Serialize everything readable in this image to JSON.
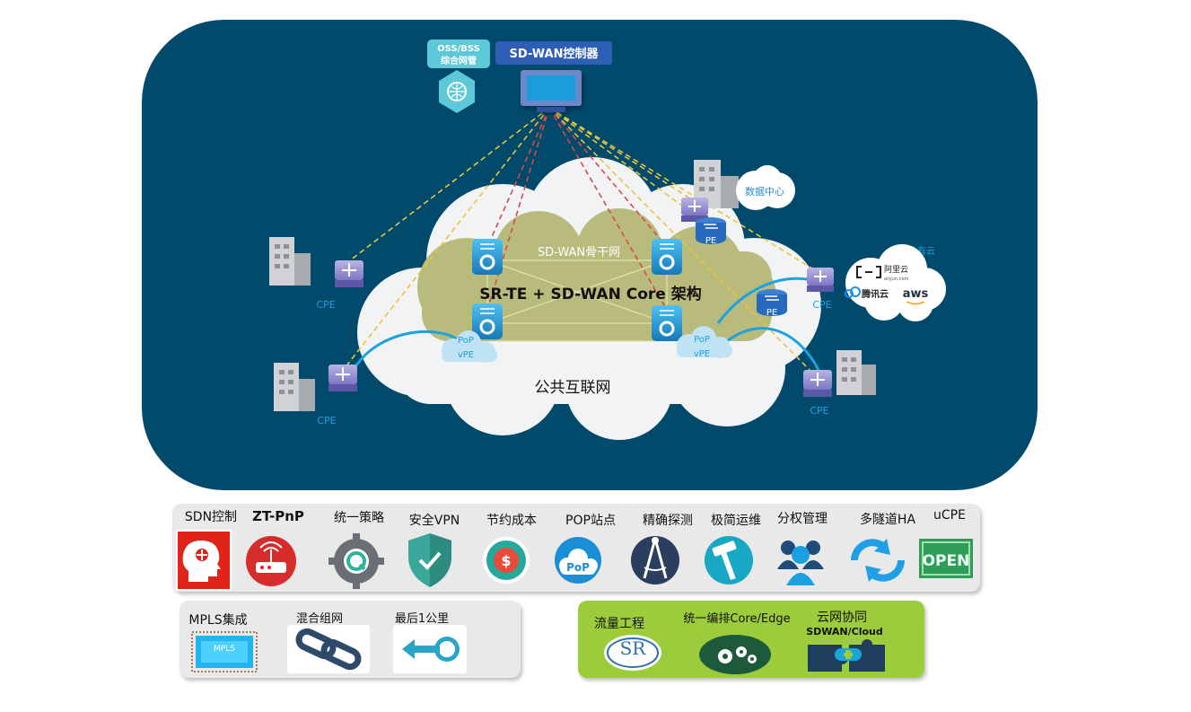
{
  "controller": {
    "oss_line1": "OSS/BSS",
    "oss_line2": "综合网管",
    "title": "SD-WAN控制器"
  },
  "network": {
    "datacenter_label": "数据中心",
    "public_cloud_label": "公有云",
    "backbone_label": "SD-WAN骨干网",
    "core_title": "SR-TE + SD-WAN Core 架构",
    "internet_label": "公共互联网",
    "cpe_label": "CPE",
    "pe_label": "PE",
    "pop_line1": "PoP",
    "pop_line2": "vPE",
    "cloud_providers": {
      "aliyun": "阿里云",
      "aliyun_sub": "aliyun.com",
      "tencent": "腾讯云",
      "aws": "aws"
    }
  },
  "features": [
    {
      "label": "SDN控制",
      "icon": "brain-head-icon"
    },
    {
      "label": "ZT-PnP",
      "icon": "router-wifi-icon"
    },
    {
      "label": "统一策略",
      "icon": "gear-q-icon"
    },
    {
      "label": "安全VPN",
      "icon": "shield-check-icon"
    },
    {
      "label": "节约成本",
      "icon": "dollar-coin-icon"
    },
    {
      "label": "POP站点",
      "icon": "pop-cloud-icon"
    },
    {
      "label": "精确探测",
      "icon": "compass-icon"
    },
    {
      "label": "极简运维",
      "icon": "hammer-icon"
    },
    {
      "label": "分权管理",
      "icon": "users-group-icon"
    },
    {
      "label": "多隧道HA",
      "icon": "sync-arrows-icon"
    },
    {
      "label": "uCPE",
      "icon": "open-sign-icon"
    }
  ],
  "integration": [
    {
      "label": "MPLS集成",
      "icon": "mpls-chip-icon",
      "icon_text": "MPLS"
    },
    {
      "label": "混合组网",
      "icon": "chain-link-icon"
    },
    {
      "label": "最后1公里",
      "icon": "arrow-key-icon"
    }
  ],
  "advanced": [
    {
      "label": "流量工程",
      "icon": "sr-logo-icon",
      "icon_text": "SR"
    },
    {
      "label": "统一编排Core/Edge",
      "icon": "gears-icon"
    },
    {
      "label": "云网协同",
      "sublabel": "SDWAN/Cloud",
      "icon": "puzzle-icon"
    }
  ],
  "colors": {
    "panel": "#024a6b",
    "cloud": "#f2f3f5",
    "backbone": "#b9bb7c",
    "node": "#1d9ad6",
    "link": "#1aa3dc",
    "dash_yellow": "#e9c53a",
    "dash_red": "#d84a4a",
    "bar_gray": "#e9e9e9",
    "bar_green": "#9ccb3b"
  }
}
